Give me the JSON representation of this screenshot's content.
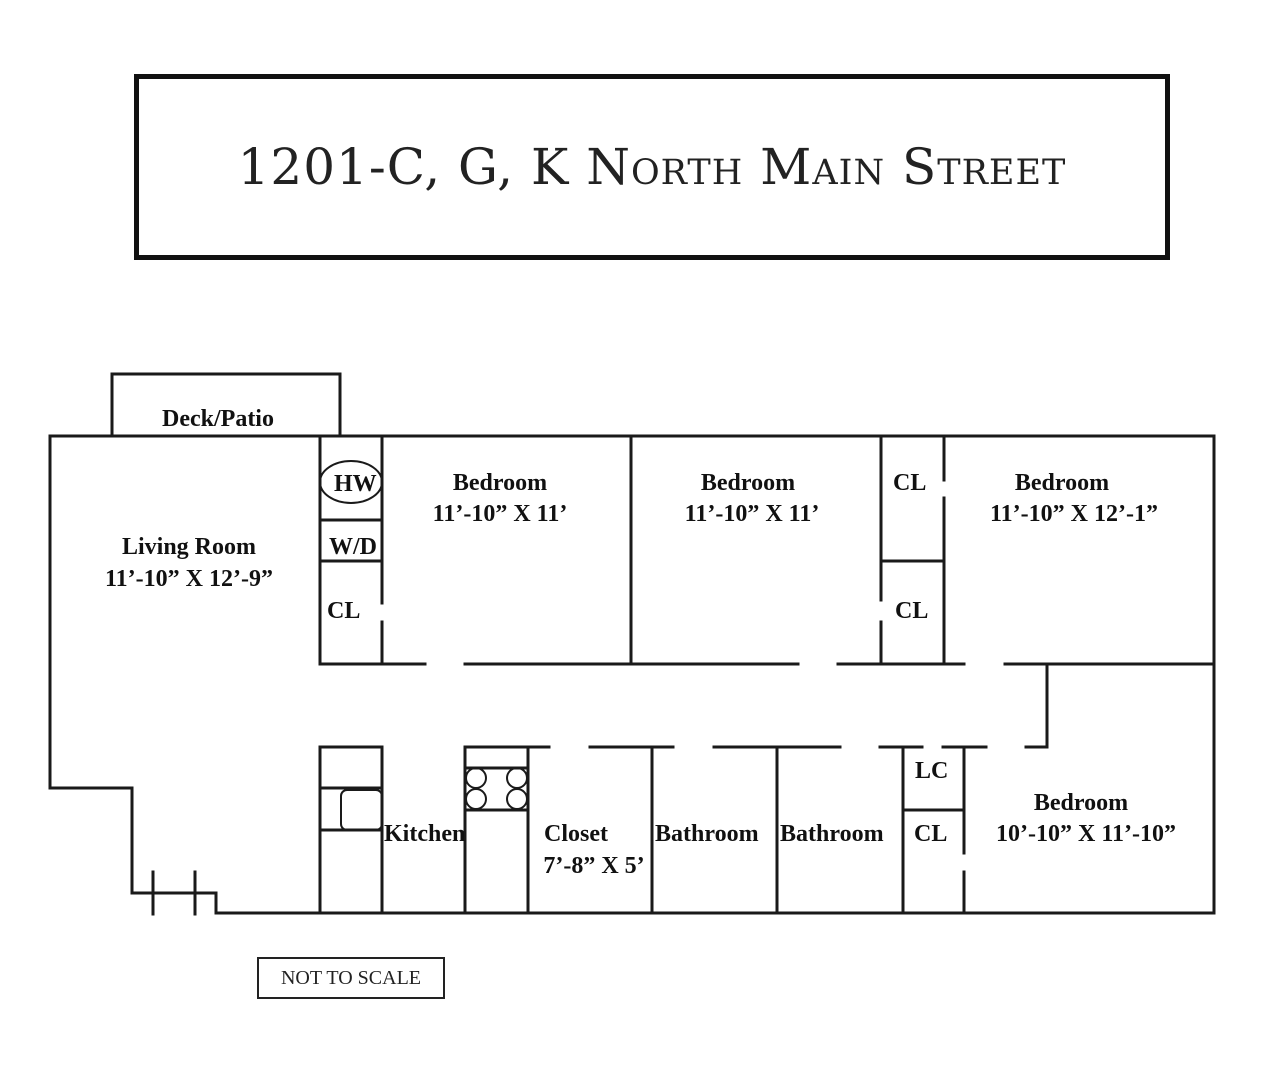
{
  "title": "1201-C, G, K North Main Street",
  "note": "NOT TO SCALE",
  "rooms": {
    "deck": "Deck/Patio",
    "living_name": "Living Room",
    "living_size": "11’-10” X 12’-9”",
    "hw": "HW",
    "wd": "W/D",
    "cl_left": "CL",
    "bed1_name": "Bedroom",
    "bed1_size": "11’-10” X 11’",
    "bed2_name": "Bedroom",
    "bed2_size": "11’-10” X 11’",
    "cl_top": "CL",
    "cl_mid": "CL",
    "bed3_name": "Bedroom",
    "bed3_size": "11’-10” X 12’-1”",
    "kitchen": "Kitchen",
    "closet_name": "Closet",
    "closet_size": "7’-8” X 5’",
    "bath1": "Bathroom",
    "bath2": "Bathroom",
    "lc": "LC",
    "cl_bottom": "CL",
    "bed4_name": "Bedroom",
    "bed4_size": "10’-10” X 11’-10”"
  }
}
